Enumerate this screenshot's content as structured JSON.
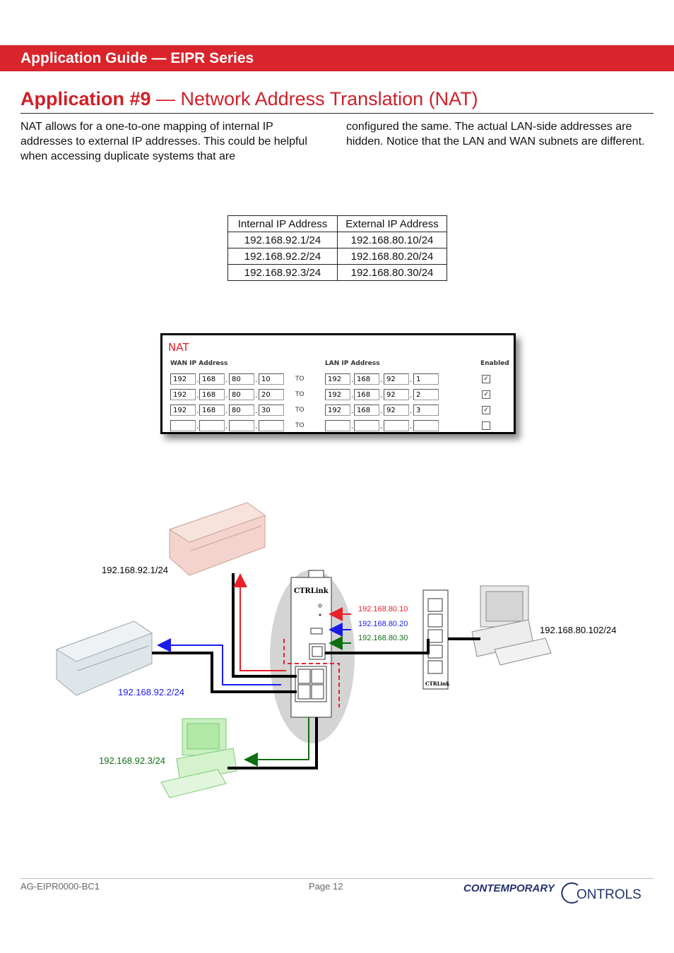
{
  "header": {
    "banner_title": "Application Guide — EIPR Series"
  },
  "page": {
    "title_bold": "Application #9",
    "title_rest": " — Network Address Translation (NAT)",
    "intro_left": "NAT allows for a one-to-one mapping of internal IP addresses to external IP addresses.  This could be helpful when accessing duplicate systems that are",
    "intro_right": "configured the same.  The actual LAN-side addresses are hidden.  Notice that the LAN and WAN subnets are different."
  },
  "mapping_table": {
    "headers": [
      "Internal IP Address",
      "External IP Address"
    ],
    "rows": [
      [
        "192.168.92.1/24",
        "192.168.80.10/24"
      ],
      [
        "192.168.92.2/24",
        "192.168.80.20/24"
      ],
      [
        "192.168.92.3/24",
        "192.168.80.30/24"
      ]
    ]
  },
  "nat_screen": {
    "title": "NAT",
    "wan_header": "WAN IP Address",
    "lan_header": "LAN IP Address",
    "enabled_header": "Enabled",
    "to_label": "TO",
    "rows": [
      {
        "wan": [
          "192",
          "168",
          "80",
          "10"
        ],
        "lan": [
          "192",
          "168",
          "92",
          "1"
        ],
        "enabled": "✓"
      },
      {
        "wan": [
          "192",
          "168",
          "80",
          "20"
        ],
        "lan": [
          "192",
          "168",
          "92",
          "2"
        ],
        "enabled": "✓"
      },
      {
        "wan": [
          "192",
          "168",
          "80",
          "30"
        ],
        "lan": [
          "192",
          "168",
          "92",
          "3"
        ],
        "enabled": "✓"
      },
      {
        "wan": [
          "",
          "",
          "",
          ""
        ],
        "lan": [
          "",
          "",
          "",
          ""
        ],
        "enabled": ""
      }
    ]
  },
  "diagram": {
    "device_1_ip": "192.168.92.1/24",
    "device_2_ip": "192.168.92.2/24",
    "device_3_ip": "192.168.92.3/24",
    "pc_ip": "192.168.80.102/24",
    "ext_ip_1": "192.168.80.10",
    "ext_ip_2": "192.168.80.20",
    "ext_ip_3": "192.168.80.30",
    "router_label": "CTRLink",
    "switch_label": "CTRLink",
    "colors": {
      "red": "#e8202a",
      "blue": "#1a1aee",
      "green": "#0f6e12"
    }
  },
  "footer": {
    "doc_id": "AG-EIPR0000-BC1",
    "page": "Page 12",
    "logo_text_1": "CONTEMPORARY",
    "logo_text_2": "ONTROLS"
  }
}
